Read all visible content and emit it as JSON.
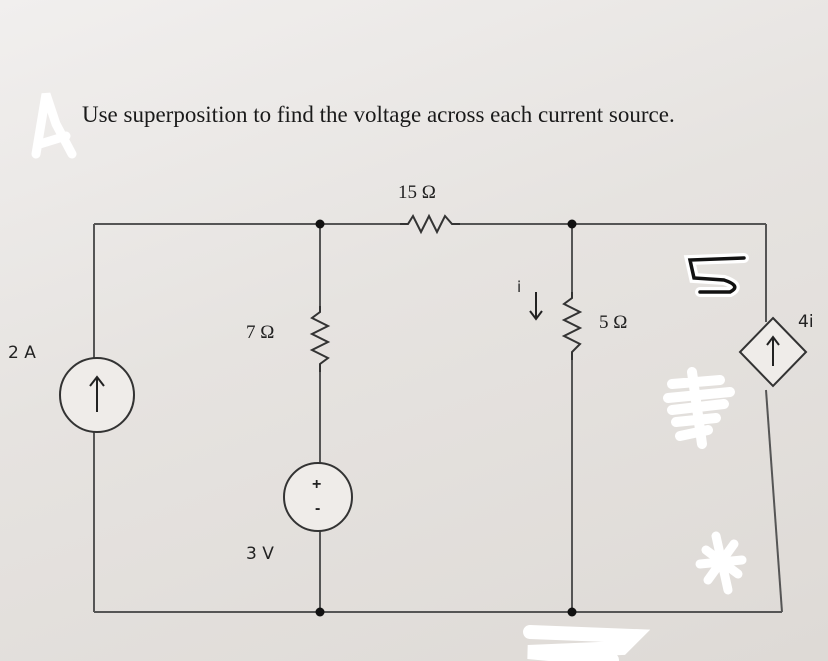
{
  "question": "Use superposition to find the voltage across each current source.",
  "circuit": {
    "r_top": "15 Ω",
    "r_left": "7 Ω",
    "r_right": "5 Ω",
    "current_source": "2 A",
    "voltage_source": "3 V",
    "dependent_source": "4i",
    "current_i": "i",
    "plus_sign": "+",
    "minus_sign": "-",
    "handwritten_5": "5"
  },
  "colors": {
    "wire": "#555555",
    "paper": "#e8e5e2",
    "ink": "#1a1a1a",
    "whiteout": "#ffffff"
  }
}
